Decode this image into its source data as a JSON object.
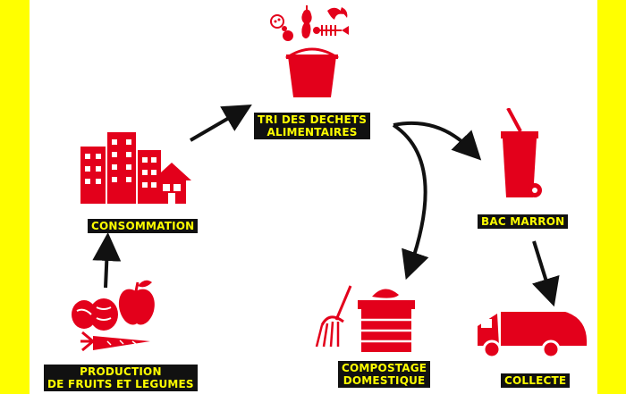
{
  "nodes": {
    "tri": {
      "line1": "TRI DES DECHETS",
      "line2": "ALIMENTAIRES"
    },
    "bac": {
      "label": "BAC MARRON"
    },
    "collecte": {
      "label": "COLLECTE"
    },
    "compostage": {
      "line1": "COMPOSTAGE",
      "line2": "DOMESTIQUE"
    },
    "consommation": {
      "label": "CONSOMMATION"
    },
    "production": {
      "line1": "PRODUCTION",
      "line2": "DE FRUITS ET LEGUMES"
    }
  },
  "colors": {
    "background": "#ffff00",
    "icon": "#e3001b",
    "label_bg": "#111111",
    "label_text": "#ffff00",
    "arrow": "#111111"
  },
  "icons": [
    "food-waste-icon",
    "bucket-icon",
    "trash-bin-icon",
    "truck-icon",
    "compost-bin-icon",
    "pitchfork-icon",
    "buildings-icon",
    "house-icon",
    "nuts-icon",
    "apple-icon",
    "carrot-icon"
  ]
}
